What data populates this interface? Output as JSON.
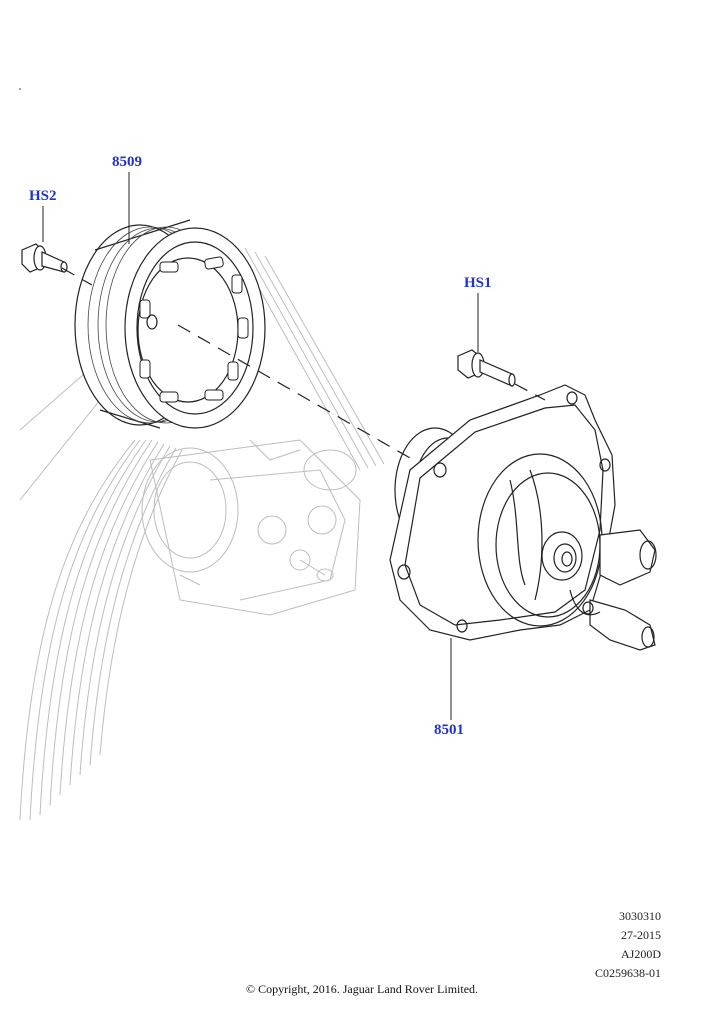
{
  "callouts": {
    "hs2": "HS2",
    "p8509": "8509",
    "hs1": "HS1",
    "p8501": "8501"
  },
  "meta": {
    "line1": "3030310",
    "line2": "27-2015",
    "line3": "AJ200D",
    "line4": "C0259638-01"
  },
  "copyright": "© Copyright, 2016. Jaguar Land Rover Limited.",
  "colors": {
    "callout": "#1f33c8",
    "line": "#222222",
    "ghost": "#b8b8b8"
  }
}
